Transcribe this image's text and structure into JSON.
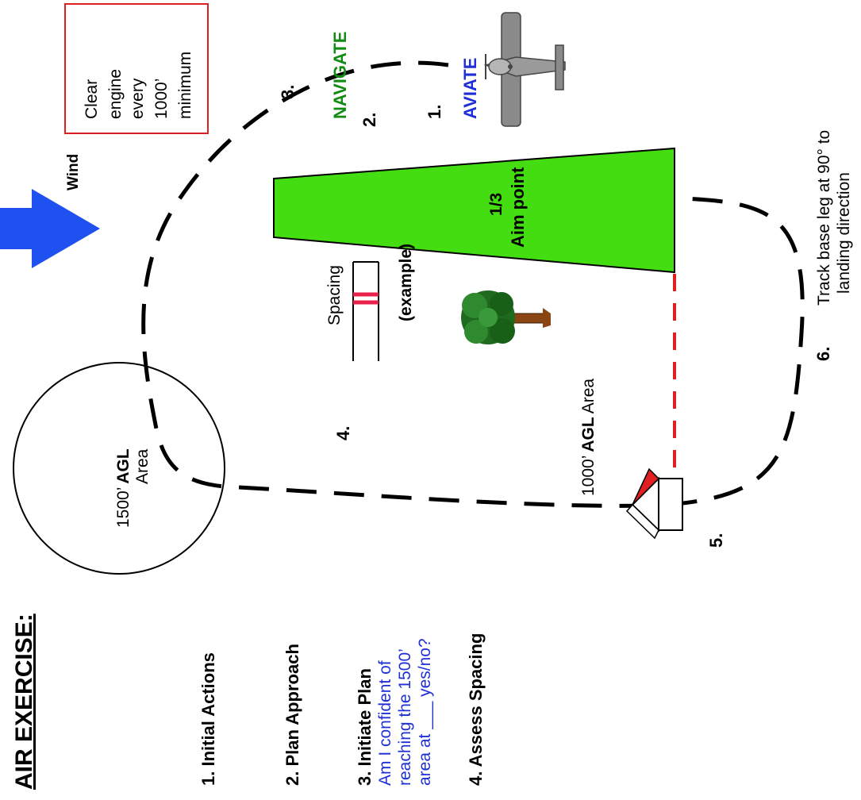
{
  "title": "AIR EXERCISE:",
  "steps": [
    {
      "label": "1. Initial Actions"
    },
    {
      "label": "2. Plan Approach"
    },
    {
      "label": "3. Initiate Plan",
      "lines": [
        "Am I confident of",
        "reaching the 1500’",
        "area at ___ yes/no?"
      ]
    },
    {
      "label": "4. Assess Spacing"
    }
  ],
  "circle": {
    "altitude": "1500’",
    "unit": "AGL",
    "word": "Area"
  },
  "area_1000": {
    "altitude": "1000’",
    "unit": "AGL",
    "word": "Area"
  },
  "wind": "Wind",
  "clear_engine": [
    "Clear",
    "engine",
    "every",
    "1000’",
    "minimum"
  ],
  "aviate": {
    "num": "1.",
    "word": "AVIATE"
  },
  "navigate": {
    "num": "2.",
    "word": "NAVIGATE"
  },
  "numbers": {
    "n3": "3.",
    "n4": "4.",
    "n5": "5.",
    "n6": "6."
  },
  "field": {
    "fraction": "1/3",
    "aim": "Aim point"
  },
  "spacing": {
    "label": "Spacing",
    "example": "(example)"
  },
  "track_note": [
    "Track base leg at 90° to",
    "landing direction"
  ],
  "colors": {
    "field": "#44dd11",
    "navigate": "#138a13",
    "aviate": "#1f2fd6",
    "wind_arrow": "#1f50f0",
    "clear_box": "#e02020",
    "spacing_marks": "#e8204a",
    "final_dash": "#e02020"
  }
}
